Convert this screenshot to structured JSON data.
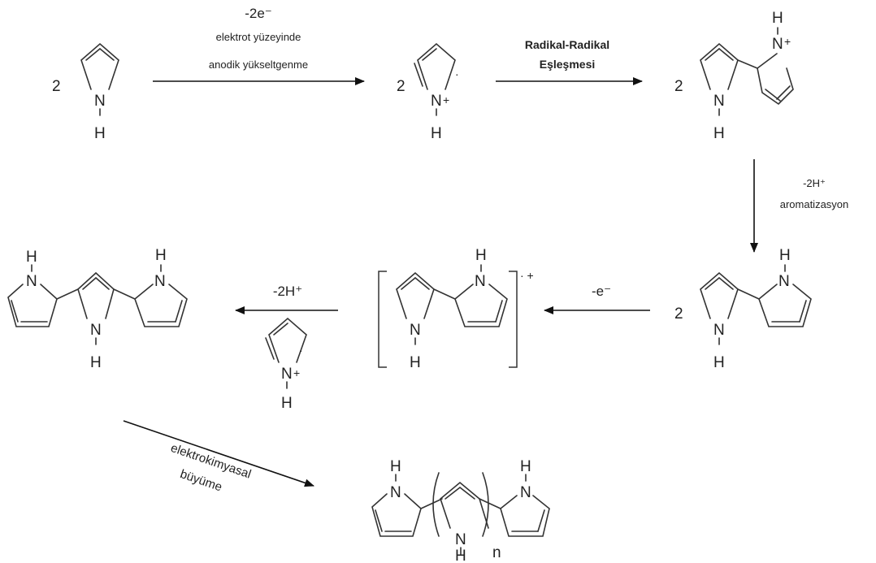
{
  "atoms": {
    "nitrogen": "N",
    "hydrogen": "H",
    "plus": "+",
    "radical_dot": "·",
    "radical_cation": "· +",
    "repeat_index": "n"
  },
  "coefficients": {
    "pyrrole": "2",
    "radical_cation": "2",
    "dimer_dication": "2",
    "bipyrrole": "2"
  },
  "steps": {
    "oxidation": {
      "electrons": "-2e⁻",
      "line1": "elektrot yüzeyinde",
      "line2": "anodik yükseltgenme"
    },
    "coupling": {
      "line1": "Radikal-Radikal",
      "line2": "Eşleşmesi"
    },
    "aromatization": {
      "protons": "-2H⁺",
      "label": "aromatizasyon"
    },
    "reoxidation": {
      "electrons": "-e⁻"
    },
    "trimer_coupling": {
      "protons": "-2H⁺"
    },
    "growth": {
      "line1": "elektrokimyasal",
      "line2": "büyüme"
    }
  },
  "colors": {
    "ink": "#222222",
    "bond": "#333333",
    "background": "#ffffff"
  }
}
